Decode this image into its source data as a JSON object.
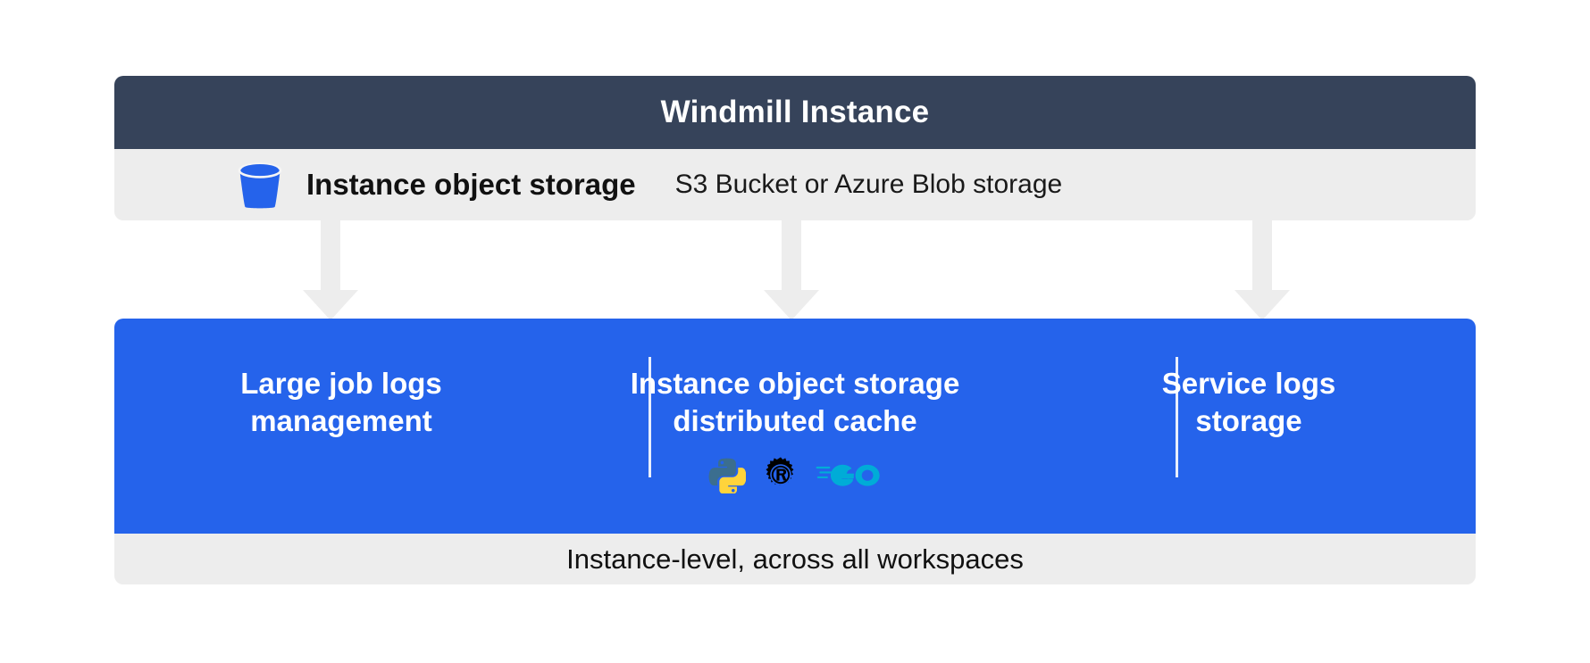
{
  "header": {
    "title": "Windmill Instance",
    "bg_color": "#36435A",
    "text_color": "#FFFFFF"
  },
  "subtitle": {
    "icon": "bucket-icon",
    "icon_color": "#2563EB",
    "label": "Instance object storage",
    "note": "S3 Bucket or Azure Blob storage",
    "bg_color": "#EDEDED"
  },
  "connectors": [
    {
      "name": "arrow-to-large-job-logs",
      "target": "Large job logs management"
    },
    {
      "name": "arrow-to-distributed-cache",
      "target": "Instance object storage distributed cache"
    },
    {
      "name": "arrow-to-service-logs",
      "target": "Service logs storage"
    }
  ],
  "panel": {
    "bg_color": "#2563EB",
    "divider_color": "#E8EEFC",
    "columns": [
      {
        "id": "large-job-logs",
        "title": "Large job logs\nmanagement",
        "languages": []
      },
      {
        "id": "distributed-cache",
        "title": "Instance object storage\ndistributed cache",
        "languages": [
          {
            "name": "python-logo",
            "label": "Python",
            "colors": [
              "#3B6E8F",
              "#FFD43B"
            ]
          },
          {
            "name": "rust-logo",
            "label": "Rust",
            "colors": [
              "#000000"
            ]
          },
          {
            "name": "go-logo",
            "label": "Go",
            "colors": [
              "#00ACD7"
            ]
          }
        ]
      },
      {
        "id": "service-logs",
        "title": "Service logs\nstorage",
        "languages": []
      }
    ]
  },
  "footer": {
    "text": "Instance-level, across all workspaces",
    "bg_color": "#EDEDED"
  }
}
